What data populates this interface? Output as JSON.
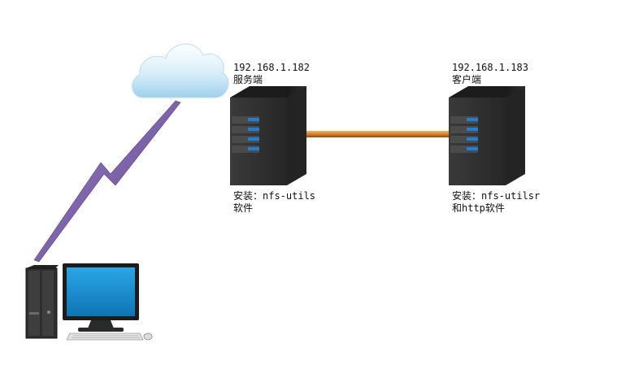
{
  "server": {
    "ip": "192.168.1.182",
    "role": "服务端",
    "install_line1": "安装：nfs-utils",
    "install_line2": "软件"
  },
  "client": {
    "ip": "192.168.1.183",
    "role": "客户端",
    "install_line1": "安装：nfs-utilsr",
    "install_line2": "和http软件"
  },
  "colors": {
    "link_cable": "#d9822b",
    "lightning": "#7e5fa8",
    "server_body": "#2b2b2b",
    "server_led": "#1e7fd8",
    "monitor_screen": "#1486c8",
    "cloud": "#a9d6ee"
  },
  "icons": {
    "cloud": "cloud-icon",
    "wireless_link": "lightning-link-icon",
    "server": "server-tower-icon",
    "client_machine": "server-tower-icon",
    "workstation": "desktop-computer-icon"
  }
}
